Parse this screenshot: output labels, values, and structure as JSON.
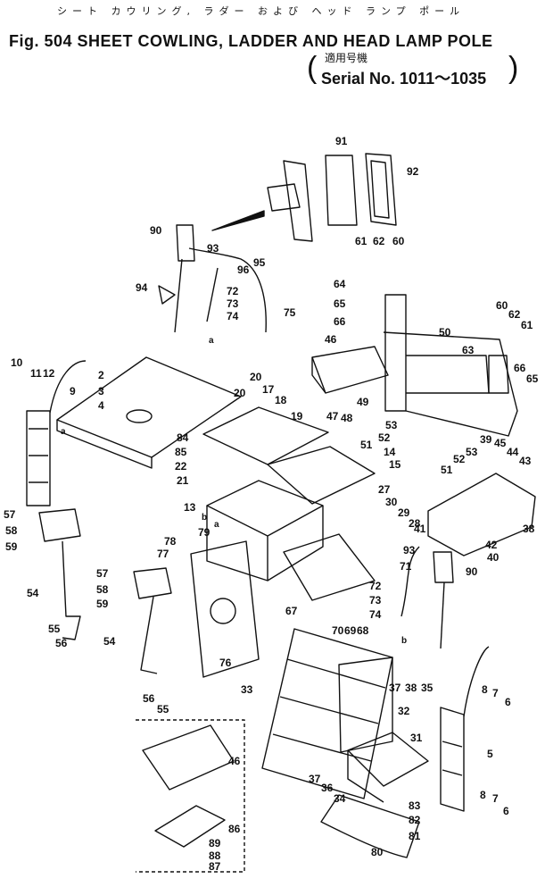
{
  "header": {
    "katakana": "シート カウリング, ラダー および ヘッド ランプ ポール",
    "figure_title": "Fig. 504  SHEET COWLING, LADDER AND HEAD LAMP POLE",
    "serial_jp": "適用号機",
    "serial": "Serial No. 1011～1035"
  },
  "parts": [
    {
      "id": "91"
    },
    {
      "id": "92"
    },
    {
      "id": "90"
    },
    {
      "id": "93"
    },
    {
      "id": "95"
    },
    {
      "id": "96"
    },
    {
      "id": "61"
    },
    {
      "id": "62"
    },
    {
      "id": "60"
    },
    {
      "id": "94"
    },
    {
      "id": "72"
    },
    {
      "id": "73"
    },
    {
      "id": "74"
    },
    {
      "id": "75"
    },
    {
      "id": "64"
    },
    {
      "id": "65"
    },
    {
      "id": "66"
    },
    {
      "id": "60"
    },
    {
      "id": "62"
    },
    {
      "id": "61"
    },
    {
      "id": "50"
    },
    {
      "id": "63"
    },
    {
      "id": "66"
    },
    {
      "id": "65"
    },
    {
      "id": "46"
    },
    {
      "id": "10"
    },
    {
      "id": "11"
    },
    {
      "id": "12"
    },
    {
      "id": "9"
    },
    {
      "id": "2"
    },
    {
      "id": "3"
    },
    {
      "id": "4"
    },
    {
      "id": "20"
    },
    {
      "id": "17"
    },
    {
      "id": "18"
    },
    {
      "id": "49"
    },
    {
      "id": "53"
    },
    {
      "id": "47"
    },
    {
      "id": "48"
    },
    {
      "id": "52"
    },
    {
      "id": "51"
    },
    {
      "id": "20"
    },
    {
      "id": "19"
    },
    {
      "id": "39"
    },
    {
      "id": "45"
    },
    {
      "id": "44"
    },
    {
      "id": "43"
    },
    {
      "id": "84"
    },
    {
      "id": "85"
    },
    {
      "id": "22"
    },
    {
      "id": "21"
    },
    {
      "id": "14"
    },
    {
      "id": "15"
    },
    {
      "id": "51"
    },
    {
      "id": "52"
    },
    {
      "id": "53"
    },
    {
      "id": "13"
    },
    {
      "id": "27"
    },
    {
      "id": "30"
    },
    {
      "id": "29"
    },
    {
      "id": "28"
    },
    {
      "id": "41"
    },
    {
      "id": "42"
    },
    {
      "id": "40"
    },
    {
      "id": "38"
    },
    {
      "id": "57"
    },
    {
      "id": "58"
    },
    {
      "id": "59"
    },
    {
      "id": "79"
    },
    {
      "id": "78"
    },
    {
      "id": "77"
    },
    {
      "id": "93"
    },
    {
      "id": "71"
    },
    {
      "id": "90"
    },
    {
      "id": "57"
    },
    {
      "id": "58"
    },
    {
      "id": "59"
    },
    {
      "id": "72"
    },
    {
      "id": "73"
    },
    {
      "id": "74"
    },
    {
      "id": "54"
    },
    {
      "id": "67"
    },
    {
      "id": "70"
    },
    {
      "id": "69"
    },
    {
      "id": "68"
    },
    {
      "id": "55"
    },
    {
      "id": "56"
    },
    {
      "id": "54"
    },
    {
      "id": "76"
    },
    {
      "id": "37"
    },
    {
      "id": "38"
    },
    {
      "id": "35"
    },
    {
      "id": "33"
    },
    {
      "id": "8"
    },
    {
      "id": "7"
    },
    {
      "id": "6"
    },
    {
      "id": "56"
    },
    {
      "id": "55"
    },
    {
      "id": "32"
    },
    {
      "id": "5"
    },
    {
      "id": "46"
    },
    {
      "id": "31"
    },
    {
      "id": "37"
    },
    {
      "id": "36"
    },
    {
      "id": "34"
    },
    {
      "id": "8"
    },
    {
      "id": "7"
    },
    {
      "id": "6"
    },
    {
      "id": "86"
    },
    {
      "id": "83"
    },
    {
      "id": "82"
    },
    {
      "id": "81"
    },
    {
      "id": "89"
    },
    {
      "id": "88"
    },
    {
      "id": "87"
    },
    {
      "id": "80"
    }
  ],
  "refs": [
    "a",
    "a",
    "b",
    "b",
    "a"
  ]
}
